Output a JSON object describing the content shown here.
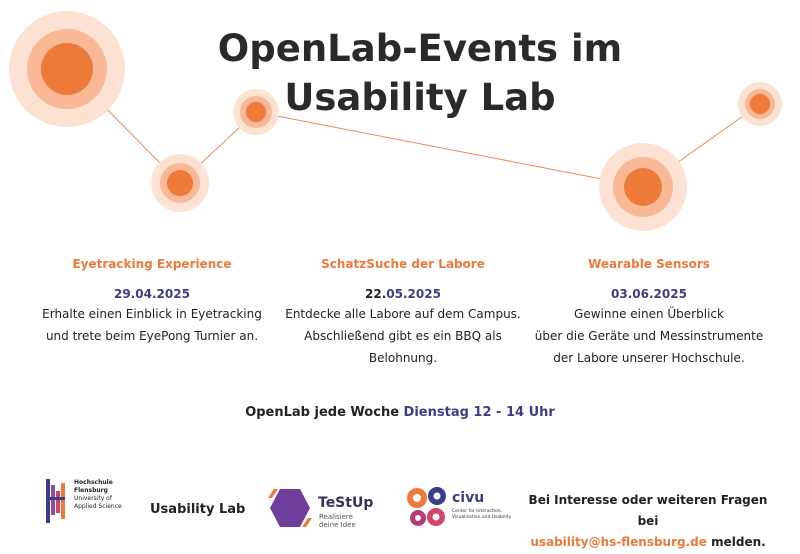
{
  "header": {
    "title_line1": "OpenLab-Events im",
    "title_line2": "Usability Lab"
  },
  "events": [
    {
      "name": "Eyetracking Experience",
      "date": "29.04.2025",
      "lines": [
        "Erhalte einen Einblick in Eyetracking",
        "und trete beim EyePong Turnier an."
      ]
    },
    {
      "name": "SchatzSuche der Labore",
      "date_day": "22.",
      "date_rest": "05.2025",
      "lines": [
        "Entdecke alle Labore auf dem Campus.",
        "Abschließend gibt es ein BBQ als",
        "Belohnung."
      ]
    },
    {
      "name": "Wearable Sensors",
      "date": "03.06.2025",
      "lines": [
        "Gewinne einen Überblick",
        "über die Geräte und Messinstrumente",
        "der Labore unserer Hochschule."
      ]
    }
  ],
  "weekly": {
    "prefix": "OpenLab jede Woche",
    "highlight": "Dienstag 12 - 14 Uhr"
  },
  "footer": {
    "hochschule": {
      "line1": "Hochschule",
      "line2": "Flensburg",
      "line3": "University of",
      "line4": "Applied Science"
    },
    "usability_lab": "Usability Lab",
    "testup": {
      "name": "TeStUp",
      "tagline1": "Realisiere",
      "tagline2": "deine Idee"
    },
    "civu": {
      "name": "civu",
      "line1": "Center for Interaction,",
      "line2": "Visualization and Usability"
    },
    "contact": {
      "line1": "Bei Interesse oder weiteren Fragen bei",
      "email": "usability@hs-flensburg.de",
      "suffix": "melden."
    }
  },
  "colors": {
    "accent_orange": "#ee7a3a",
    "accent_navy": "#3a3e86",
    "text": "#222222"
  }
}
